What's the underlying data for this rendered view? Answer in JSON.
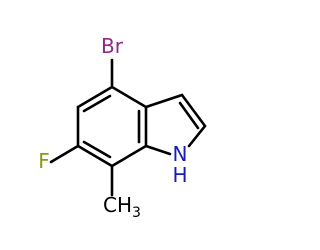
{
  "molecule": {
    "atoms": {
      "bromine": {
        "label": "Br",
        "color": "#8b2a8b"
      },
      "fluorine": {
        "label": "F",
        "color": "#8a9a18"
      },
      "nitrogen": {
        "label": "N",
        "color": "#1a1ab8"
      },
      "hydrogen": {
        "label": "H",
        "color": "#1a1ab8"
      },
      "methyl": {
        "label": "CH",
        "subscript": "3",
        "color": "#000000"
      }
    },
    "bond_color": "#000000",
    "background": "#ffffff"
  }
}
